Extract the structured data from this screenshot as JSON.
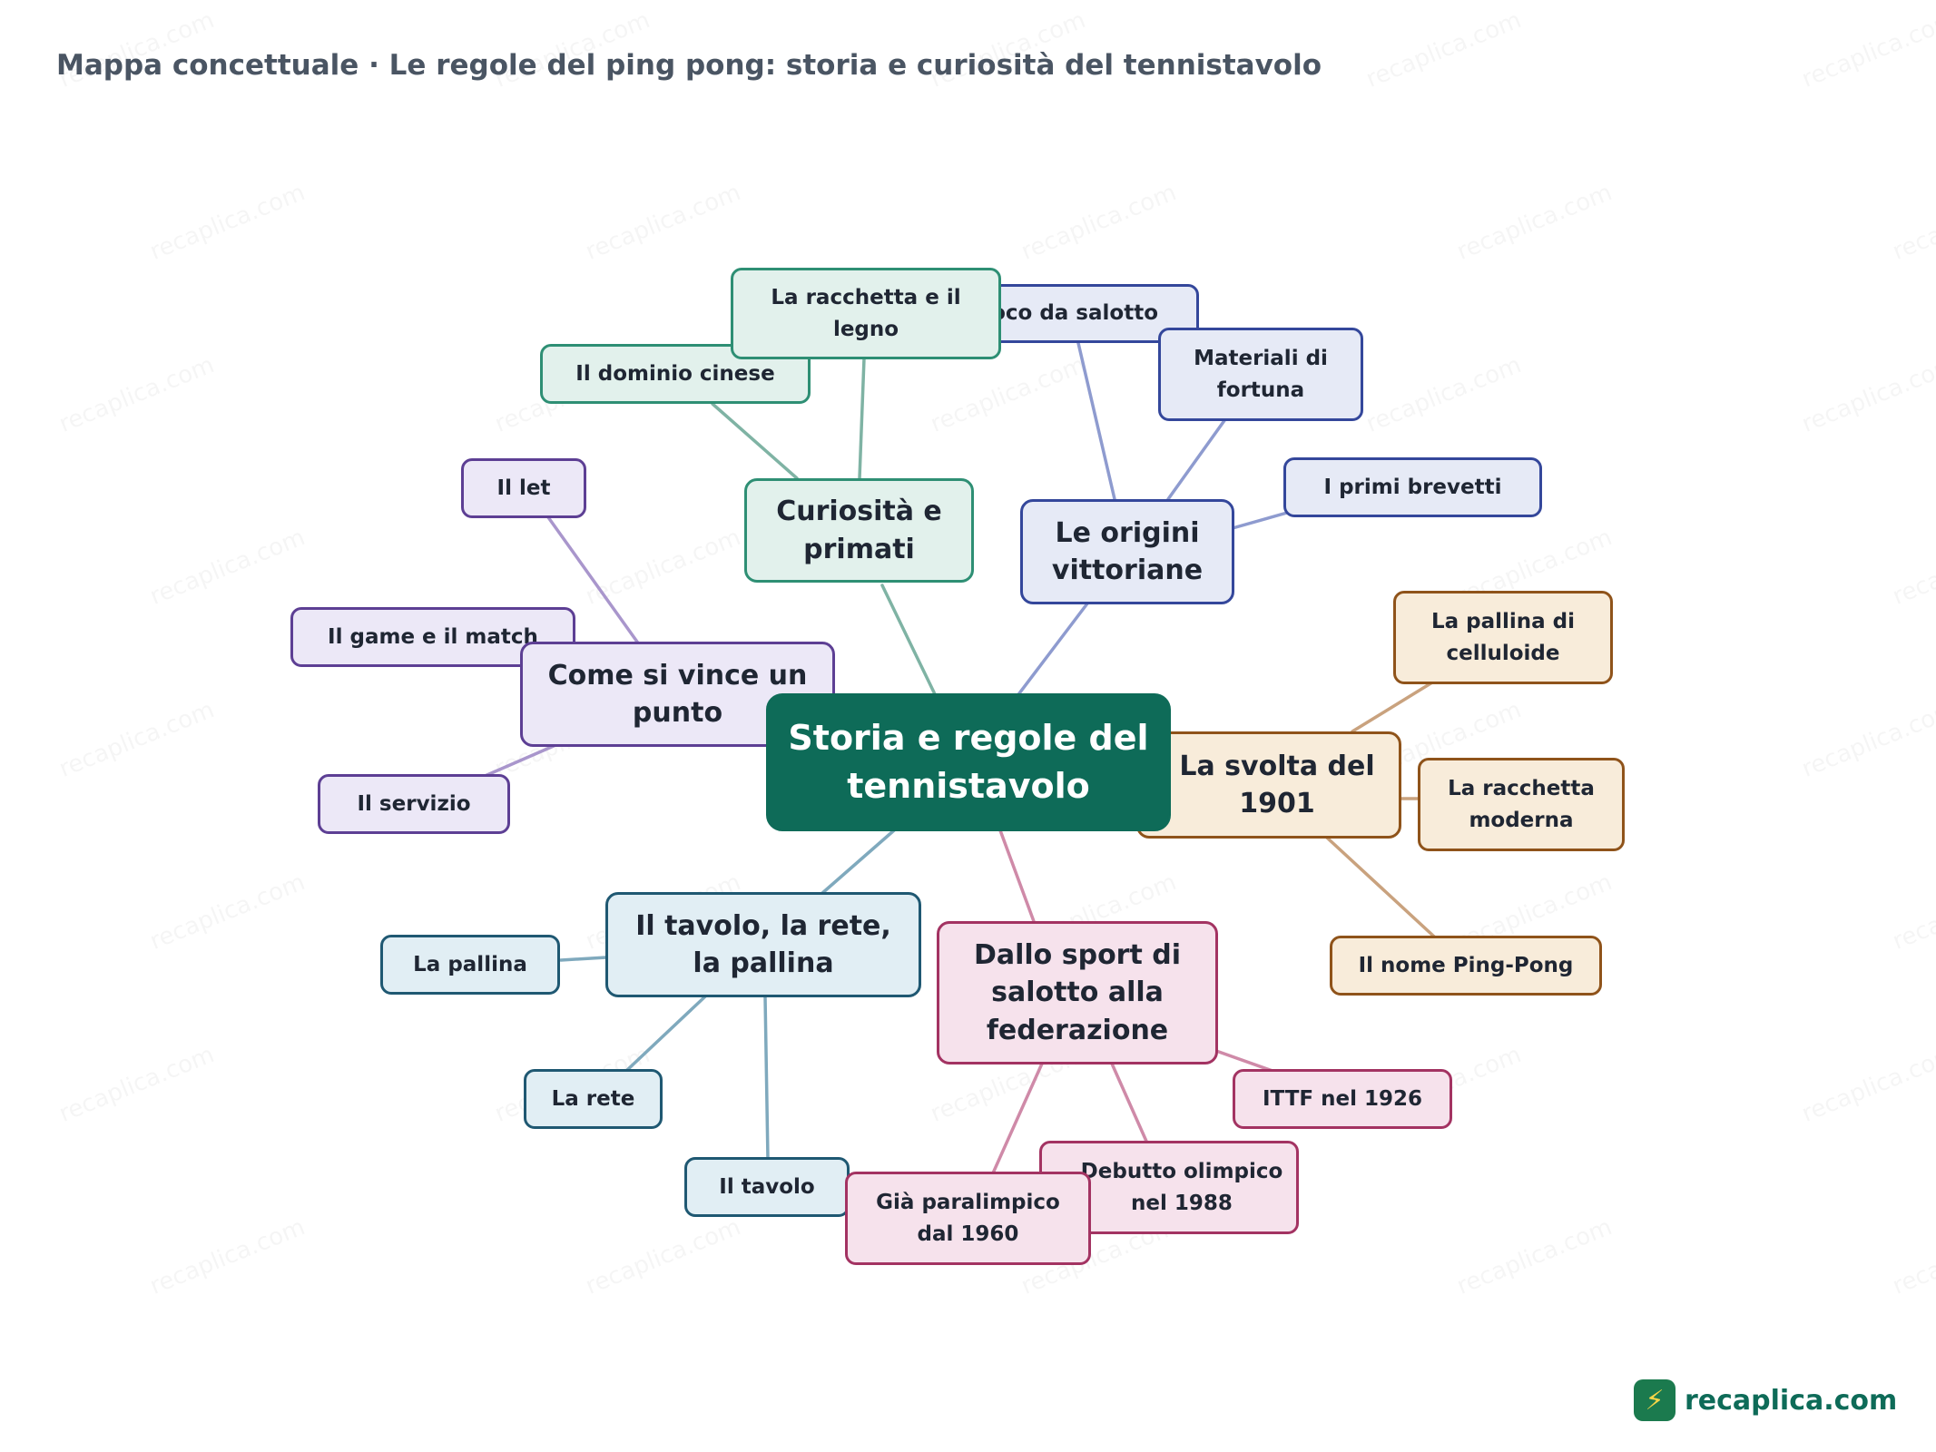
{
  "title": "Mappa concettuale · Le regole del ping pong: storia e curiosità del tennistavolo",
  "colors": {
    "root": "#0e6b58",
    "teal": "#2e8f74",
    "indigo": "#34479b",
    "purple": "#5d3f94",
    "orange": "#8f531a",
    "pink": "#a33362",
    "blue": "#1f5872"
  },
  "root": {
    "label": "Storia e regole del tennistavolo"
  },
  "branches": {
    "curiosita": {
      "label": "Curiosità e primati",
      "children": [
        "La racchetta e il legno",
        "Il dominio cinese"
      ]
    },
    "origini": {
      "label": "Le origini vittoriane",
      "children": [
        "Gioco da salotto",
        "Materiali di fortuna",
        "I primi brevetti"
      ]
    },
    "vince": {
      "label": "Come si vince un punto",
      "children": [
        "Il let",
        "Il game e il match",
        "Il servizio"
      ]
    },
    "svolta": {
      "label": "La svolta del 1901",
      "children": [
        "La pallina di celluloide",
        "La racchetta moderna",
        "Il nome Ping-Pong"
      ]
    },
    "tavolo": {
      "label": "Il tavolo, la rete, la pallina",
      "children": [
        "La pallina",
        "La rete",
        "Il tavolo"
      ]
    },
    "sport": {
      "label": "Dallo sport di salotto alla federazione",
      "children": [
        "ITTF nel 1926",
        "Debutto olimpico nel 1988",
        "Già paralimpico dal 1960"
      ]
    }
  },
  "watermark": "recaplica.com",
  "logo": {
    "text": "recaplica.com",
    "icon": "lightning-icon"
  }
}
